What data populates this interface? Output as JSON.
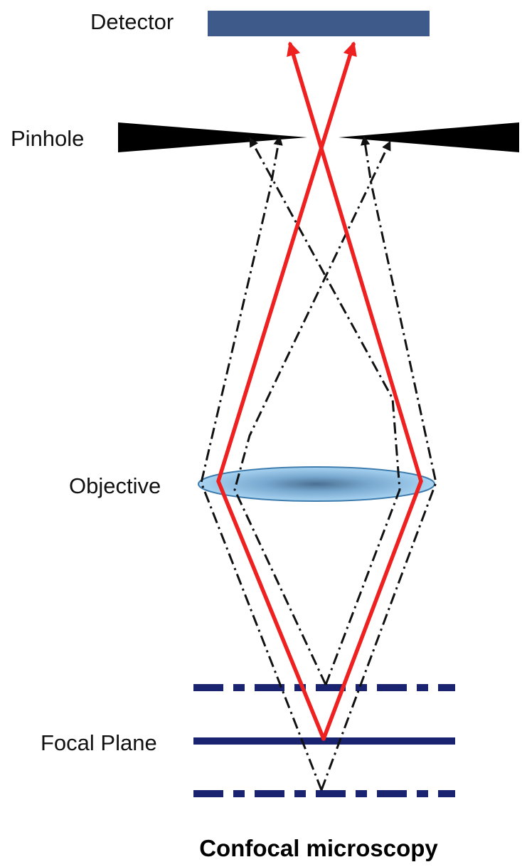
{
  "labels": {
    "detector": "Detector",
    "pinhole": "Pinhole",
    "objective": "Objective",
    "focal_plane": "Focal Plane"
  },
  "caption": "Confocal microscopy",
  "colors": {
    "focused_rays": "#ee2020",
    "out_of_focus_rays": "#111111",
    "detector": "#3d5a8a",
    "pinhole": "#000000",
    "focal_planes": "#1a2370",
    "objective_lens": "#8ec3ea"
  },
  "components": {
    "focal_planes": [
      {
        "name": "plane-above",
        "style": "dashed"
      },
      {
        "name": "focal-plane",
        "style": "solid"
      },
      {
        "name": "plane-below",
        "style": "dashed"
      }
    ]
  }
}
